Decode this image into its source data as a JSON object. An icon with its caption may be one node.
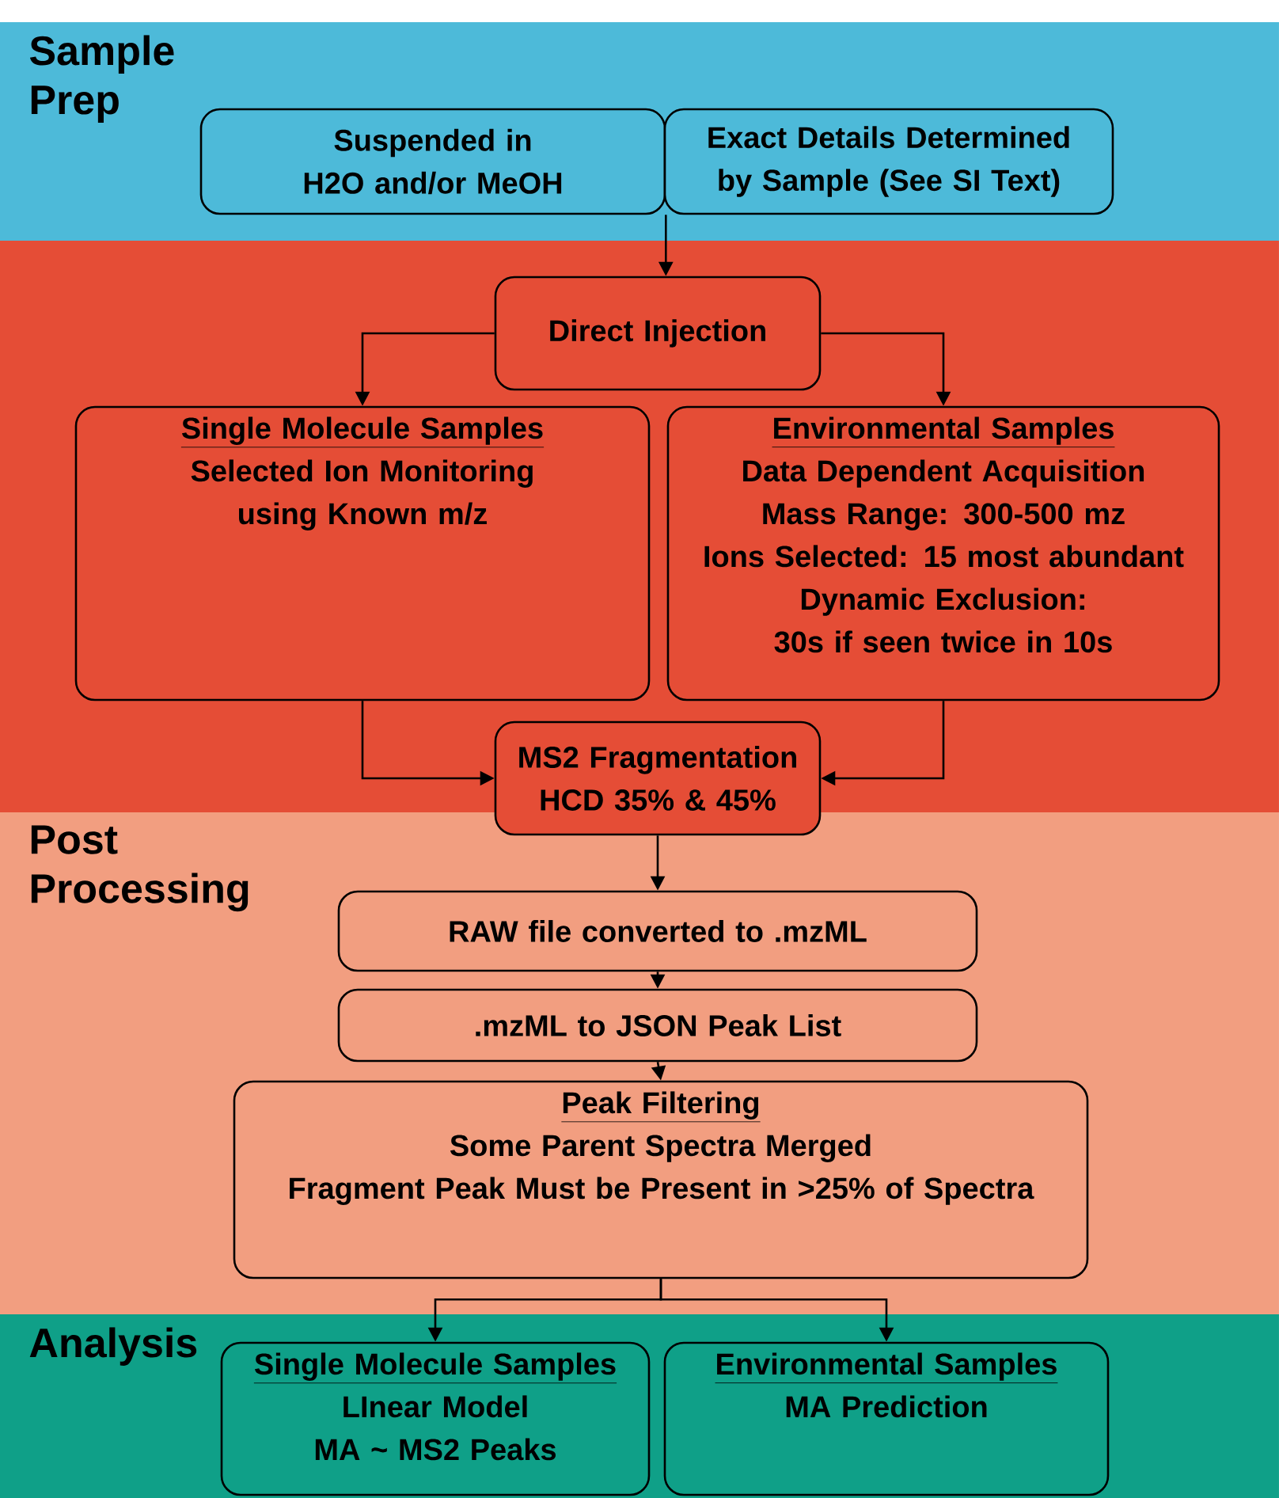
{
  "diagram": {
    "nodes": [
      {
        "text": [
          "Sample Prep"
        ]
      },
      {
        "text": [
          "Suspended in H2O and/or MeOH"
        ],
        "in": 0
      },
      {
        "text": [
          "Exact Details Determined by Sample (See SI Text)"
        ],
        "in": 0
      },
      {
        "text": [],
        "shape": "box"
      },
      {
        "text": [
          "Direct Injection"
        ],
        "in": 3
      },
      {
        "text": [
          "Single Molecule Samples",
          "Selected Ion Monitoring using Known m/z"
        ],
        "in": 3
      },
      {
        "text": [
          "Environmental Samples",
          "Data Dependent Acquisition",
          "Mass Range: 300-500 mz",
          "Ions Selected: 15 most abundant",
          "Dynamic Exclusion: 30s if seen twice in 10s"
        ],
        "in": 3
      },
      {
        "text": [
          "MS2 Fragmentation",
          "HCD 35% & 45%"
        ]
      },
      {
        "text": [
          "Post Processing"
        ]
      },
      {
        "text": [
          "RAW file converted to .mzML"
        ],
        "in": 8
      },
      {
        "text": [
          ".mzML to JSON Peak List"
        ],
        "in": 8
      },
      {
        "text": [
          "Peak Filtering",
          "Some Parent Spectra Merged",
          "Fragment Peak Must be Present in >25% of Spectra"
        ],
        "in": 8
      },
      {
        "text": [
          "Analysis"
        ]
      },
      {
        "text": [
          "Single Molecule Samples",
          "LInear Model",
          "MA ~ MS2 Peaks"
        ],
        "in": 12
      },
      {
        "text": [
          "Environmental Samples",
          "MA Prediction"
        ],
        "in": 12
      }
    ],
    "edges": [
      {
        "from": 1,
        "to": 4,
        "arrow": "to"
      },
      {
        "from": 2,
        "to": 4,
        "arrow": "to"
      },
      {
        "from": 4,
        "to": 5,
        "arrow": "to"
      },
      {
        "from": 4,
        "to": 6,
        "arrow": "to"
      },
      {
        "from": 5,
        "to": 7,
        "arrow": "to"
      },
      {
        "from": 6,
        "to": 7,
        "arrow": "to"
      },
      {
        "from": 7,
        "to": 9,
        "arrow": "to"
      },
      {
        "from": 9,
        "to": 10,
        "arrow": "to"
      },
      {
        "from": 10,
        "to": 11,
        "arrow": "to"
      },
      {
        "from": 11,
        "to": 13,
        "arrow": "to"
      },
      {
        "from": 11,
        "to": 14,
        "arrow": "to"
      }
    ]
  }
}
